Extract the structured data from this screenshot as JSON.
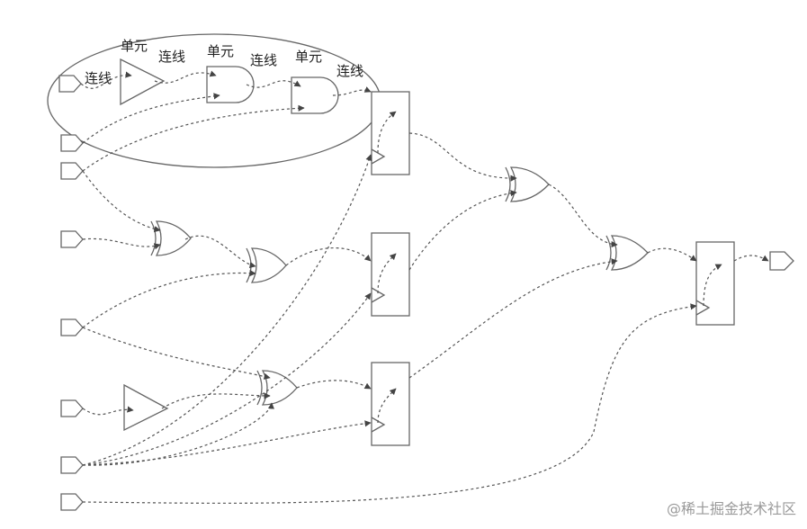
{
  "labels": {
    "wire": "连线",
    "cell": "单元"
  },
  "watermark": "@稀土掘金技术社区",
  "colors": {
    "stroke": "#666666",
    "wire": "#555555",
    "label": "#222222",
    "watermark": "#9a9a9a"
  }
}
